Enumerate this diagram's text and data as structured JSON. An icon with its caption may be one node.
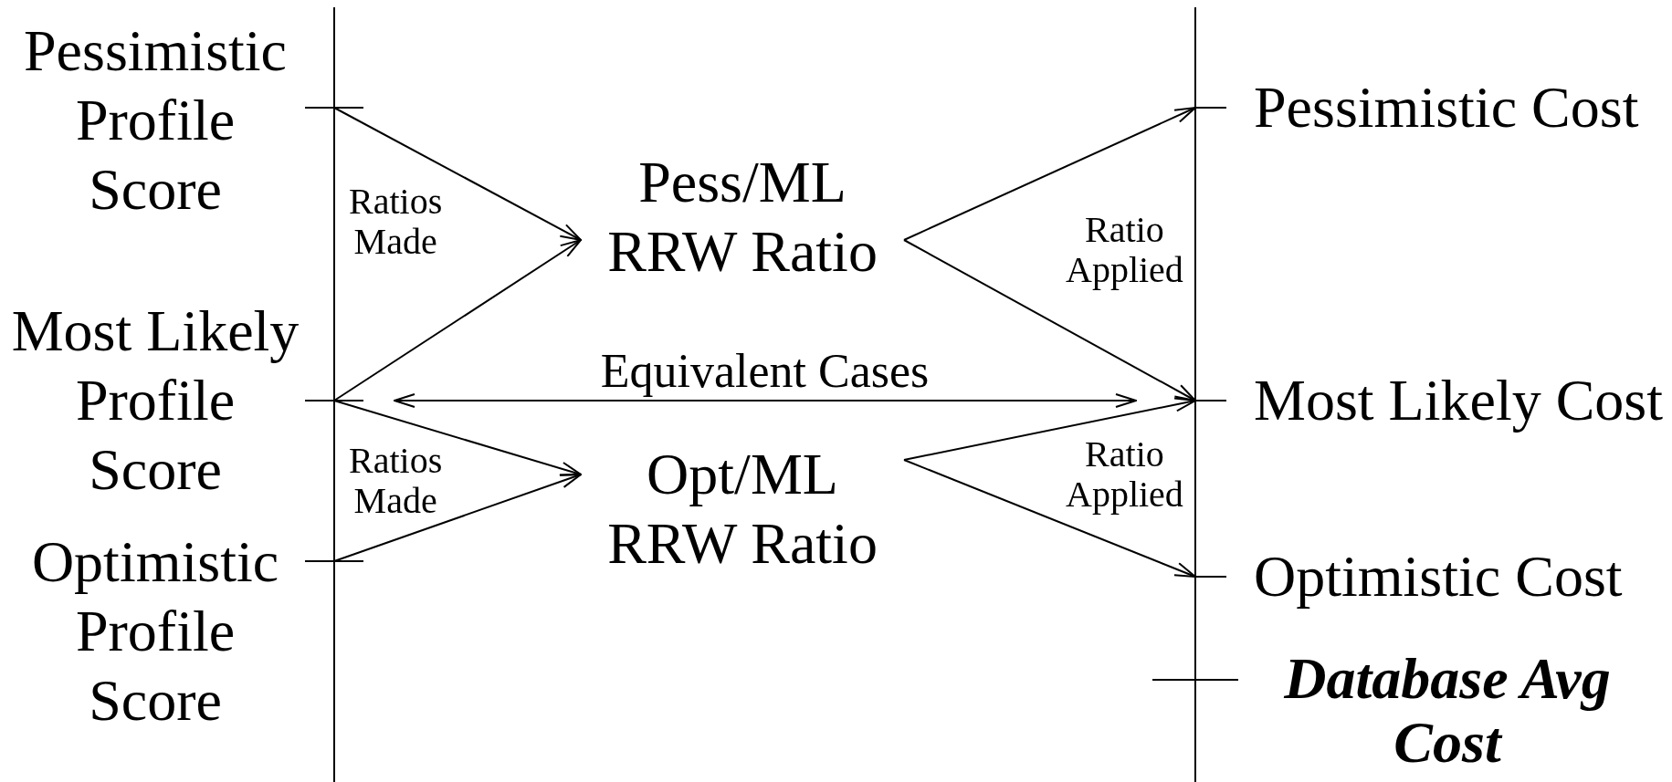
{
  "diagram": {
    "nodes": [
      {
        "text": [
          "Pessimistic Profile Score"
        ]
      },
      {
        "text": [
          "Most Likely Profile Score"
        ]
      },
      {
        "text": [
          "Optimistic Profile Score"
        ]
      },
      {
        "text": [
          "Pess/ML RRW Ratio"
        ]
      },
      {
        "text": [
          "Opt/ML RRW Ratio"
        ]
      },
      {
        "text": [
          "Pessimistic Cost"
        ]
      },
      {
        "text": [
          "Most Likely Cost"
        ]
      },
      {
        "text": [
          "Optimistic Cost"
        ]
      }
    ],
    "edges": [
      {
        "from": 0,
        "to": 3,
        "arrow": "to"
      },
      {
        "from": 1,
        "to": 3,
        "arrow": "to"
      },
      {
        "from": 1,
        "to": 4,
        "arrow": "to"
      },
      {
        "from": 2,
        "to": 4,
        "arrow": "to"
      },
      {
        "from": 3,
        "to": 5,
        "arrow": "to"
      },
      {
        "from": 3,
        "to": 6,
        "arrow": "to"
      },
      {
        "from": 4,
        "to": 6,
        "arrow": "to"
      },
      {
        "from": 4,
        "to": 7,
        "arrow": "to"
      },
      {
        "from": 1,
        "to": 6,
        "arrow": "both",
        "label": "Equivalent Cases"
      }
    ],
    "labels": [
      "Ratios Made",
      "Ratio Applied",
      "Ratio Applied",
      "Ratios Made",
      "Database Avg Cost"
    ]
  }
}
